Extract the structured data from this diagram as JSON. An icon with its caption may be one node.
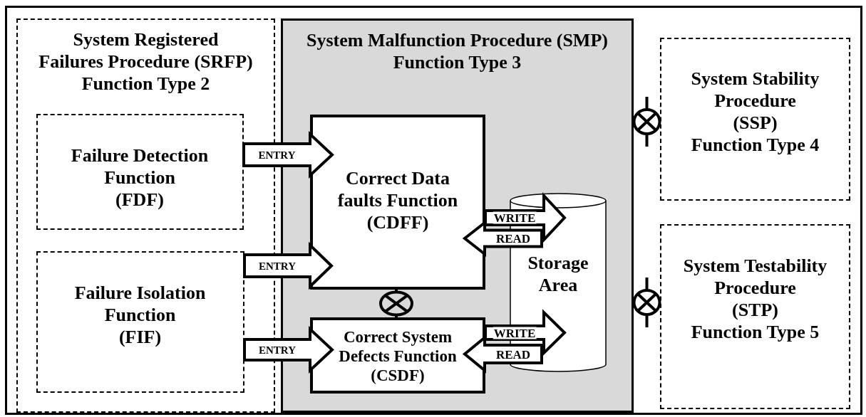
{
  "diagram": {
    "nodes": [
      {
        "text": [
          "System Registered Failures Procedure (SRFP)",
          "Function Type 2"
        ]
      },
      {
        "text": [
          "Failure Detection Function",
          "(FDF)"
        ],
        "in": 0
      },
      {
        "text": [
          "Failure Isolation Function",
          "(FIF)"
        ],
        "in": 0
      },
      {
        "text": [
          "System Malfunction Procedure (SMP)",
          "Function Type 3"
        ]
      },
      {
        "text": [
          "Correct Data faults Function",
          "(CDFF)"
        ],
        "in": 3
      },
      {
        "text": [
          "Storage Area"
        ],
        "in": 3
      },
      {
        "text": [
          "Correct System Defects Function",
          "(CSDF)"
        ],
        "in": 3
      },
      {
        "text": [
          "System Stability Procedure",
          "(SSP)",
          "Function Type 4"
        ]
      },
      {
        "text": [
          "System Testability Procedure",
          "(STP)",
          "Function Type 5"
        ]
      }
    ],
    "edges": [
      {
        "from": 1,
        "to": 4,
        "arrow": "to",
        "label": "ENTRY"
      },
      {
        "from": 2,
        "to": 4,
        "arrow": "to",
        "label": "ENTRY"
      },
      {
        "from": 2,
        "to": 6,
        "arrow": "to",
        "label": "ENTRY"
      },
      {
        "from": 4,
        "to": 5,
        "arrow": "to",
        "label": "WRITE"
      },
      {
        "from": 5,
        "to": 4,
        "arrow": "to",
        "label": "READ"
      },
      {
        "from": 6,
        "to": 5,
        "arrow": "to",
        "label": "WRITE"
      },
      {
        "from": 5,
        "to": 6,
        "arrow": "to",
        "label": "READ"
      },
      {
        "from": 4,
        "to": 6,
        "arrow": "none"
      },
      {
        "from": 3,
        "to": 7,
        "arrow": "none"
      },
      {
        "from": 3,
        "to": 8,
        "arrow": "none"
      }
    ]
  }
}
